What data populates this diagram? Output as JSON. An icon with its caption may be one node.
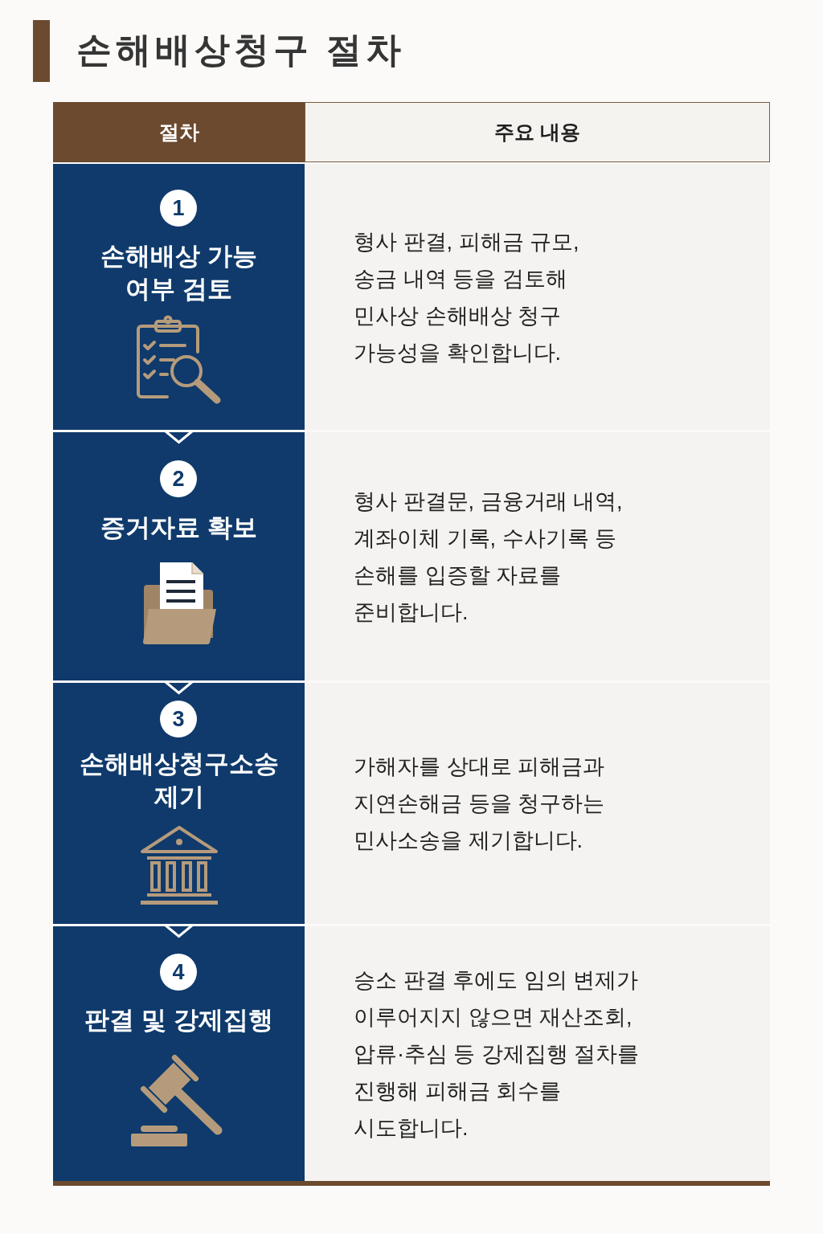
{
  "diagram": {
    "title": "손해배상청구 절차",
    "nodes": [
      {
        "text": [
          "절차"
        ]
      },
      {
        "text": [
          "주요 내용"
        ]
      },
      {
        "text": [
          "손해배상 가능 여부 검토"
        ]
      },
      {
        "text": [
          "1"
        ],
        "in": 2
      },
      {
        "text": [
          "형사 판결, 피해금 규모, 송금 내역 등을 검토해 민사상 손해배상 청구 가능성을 확인합니다."
        ]
      },
      {
        "text": [
          "증거자료 확보"
        ]
      },
      {
        "text": [
          "2"
        ],
        "in": 5
      },
      {
        "text": [
          "형사 판결문, 금융거래 내역, 계좌이체 기록, 수사기록 등 손해를 입증할 자료를 준비합니다."
        ]
      },
      {
        "text": [
          "손해배상청구소송 제기"
        ]
      },
      {
        "text": [
          "3"
        ],
        "in": 8
      },
      {
        "text": [
          "가해자를 상대로 피해금과 지연손해금 등을 청구하는 민사소송을 제기합니다."
        ]
      },
      {
        "text": [
          "판결 및 강제집행"
        ]
      },
      {
        "text": [
          "4"
        ],
        "in": 11
      },
      {
        "text": [
          "승소 판결 후에도 임의 변제가 이루어지지 않으면 재산조회, 압류·추심 등 강제집행 절차를 진행해 피해금 회수를 시도합니다."
        ]
      }
    ],
    "edges": [
      {
        "from": 2,
        "to": 5,
        "arrow": "to"
      },
      {
        "from": 5,
        "to": 8,
        "arrow": "to"
      },
      {
        "from": 8,
        "to": 11,
        "arrow": "to"
      }
    ]
  }
}
